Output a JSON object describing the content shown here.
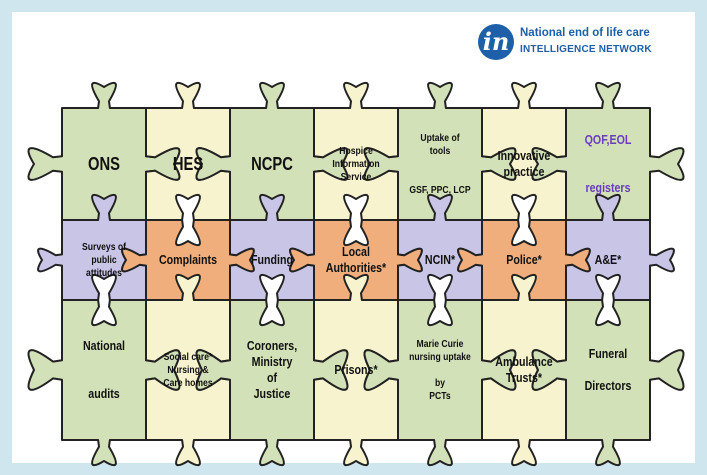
{
  "logo": {
    "mark": "in",
    "line1": "National end of life care",
    "line2": "INTELLIGENCE NETWORK"
  },
  "colors": {
    "background": "#cfe6ee",
    "green": "#d3e1b8",
    "cream": "#f8f3cf",
    "orange": "#f0ae7c",
    "lavender": "#c9c5e6",
    "outline": "#222222",
    "logo_blue": "#1d5fa8",
    "purple_text": "#6a3cc0"
  },
  "pieces": {
    "row1": [
      {
        "label": "ONS",
        "color": "green"
      },
      {
        "label": "HES",
        "color": "cream"
      },
      {
        "label": "NCPC",
        "color": "green"
      },
      {
        "label": "Hospice\nInformation\nService",
        "color": "cream"
      },
      {
        "label": "Uptake of\ntools\n\n\nGSF,  PPC,  LCP",
        "color": "green"
      },
      {
        "label": "Innovative\npractice",
        "color": "cream"
      },
      {
        "label": "QOF,EOL\n\n\nregisters",
        "color": "green"
      }
    ],
    "row2": [
      {
        "label": "Surveys of public\nattitudes",
        "color": "lavender"
      },
      {
        "label": "Complaints",
        "color": "orange"
      },
      {
        "label": "Funding",
        "color": "lavender"
      },
      {
        "label": "Local\nAuthorities*",
        "color": "orange"
      },
      {
        "label": "NCIN*",
        "color": "lavender"
      },
      {
        "label": "Police*",
        "color": "orange"
      },
      {
        "label": "A&E*",
        "color": "lavender"
      }
    ],
    "row3": [
      {
        "label": "National\n\n\naudits",
        "color": "green"
      },
      {
        "label": "Social care*\nNursing &\nCare homes",
        "color": "cream"
      },
      {
        "label": "Coroners,\nMinistry\nof\nJustice",
        "color": "green"
      },
      {
        "label": "Prisons*",
        "color": "cream"
      },
      {
        "label": "Marie Curie\nnursing uptake\n\nby\nPCTs",
        "color": "green"
      },
      {
        "label": "Ambulance\nTrusts*",
        "color": "cream"
      },
      {
        "label": "Funeral\n\nDirectors",
        "color": "green"
      }
    ]
  }
}
